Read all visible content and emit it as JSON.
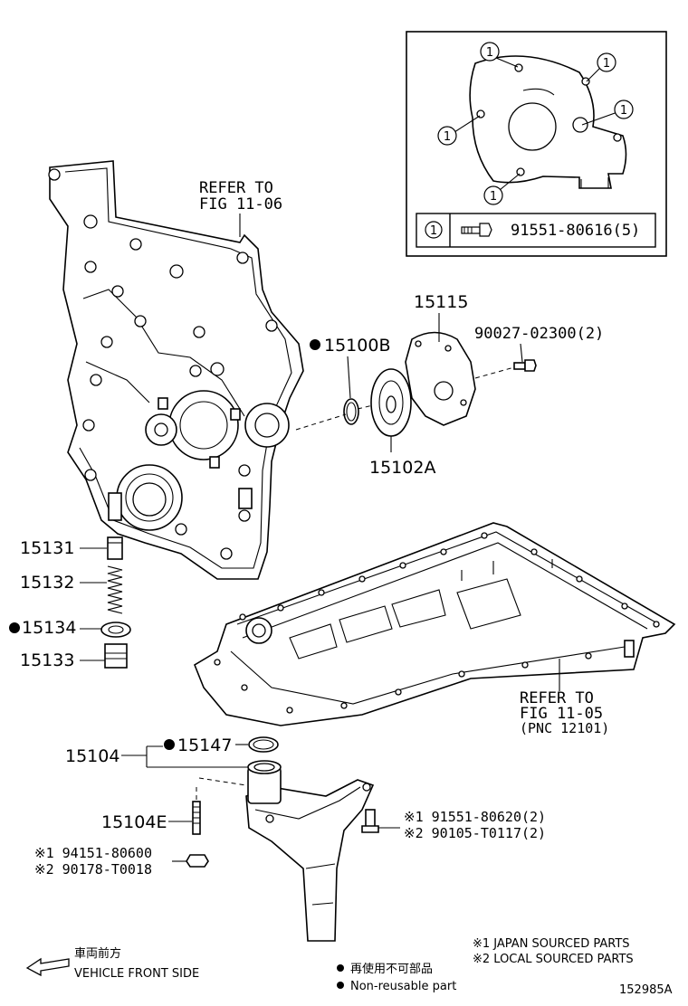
{
  "inset": {
    "callout": "1",
    "legend_number": "1",
    "legend_part": "91551-80616(5)"
  },
  "labels": {
    "refer_to_11_06_line1": "REFER TO",
    "refer_to_11_06_line2": "FIG 11-06",
    "part_15115": "15115",
    "part_90027": "90027-02300(2)",
    "part_15100B": "15100B",
    "part_15102A": "15102A",
    "part_15131": "15131",
    "part_15132": "15132",
    "part_15134": "15134",
    "part_15133": "15133",
    "refer_to_11_05_line1": "REFER TO",
    "refer_to_11_05_line2": "FIG 11-05",
    "refer_to_11_05_line3": "(PNC 12101)",
    "part_15104": "15104",
    "part_15147": "15147",
    "part_15104E": "15104E",
    "bolt_mark1": "※1 91551-80620(2)",
    "bolt_mark2": "※2 90105-T0117(2)",
    "nut_mark1": "※1 94151-80600",
    "nut_mark2": "※2 90178-T0018"
  },
  "notes": {
    "japan": "※1 JAPAN SOURCED PARTS",
    "local": "※2 LOCAL SOURCED PARTS",
    "front_jp": "車両前方",
    "front_en": "VEHICLE FRONT SIDE",
    "nonreuse_jp": "再使用不可部品",
    "nonreuse_en": "Non-reusable part",
    "figure_id": "152985A"
  },
  "icons": {
    "non_reusable_marker": "filled-dot",
    "front_arrow": "double-line-arrow-left"
  }
}
